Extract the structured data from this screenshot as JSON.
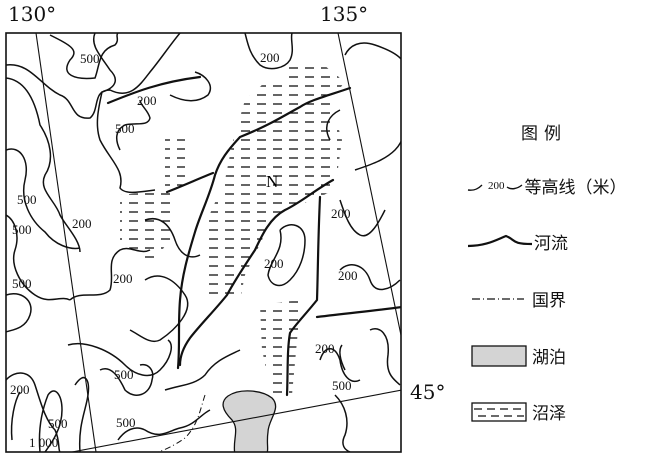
{
  "map": {
    "longitude_labels": [
      "130°",
      "135°"
    ],
    "latitude_label": "45°",
    "marsh_label": "N",
    "contour_labels": [
      "500",
      "200",
      "200",
      "500",
      "500",
      "500",
      "200",
      "500",
      "200",
      "200",
      "200",
      "200",
      "200",
      "500",
      "200",
      "500",
      "500",
      "1 000",
      "500"
    ]
  },
  "legend": {
    "title": "图例",
    "contour_sample_value": "200",
    "items": [
      {
        "symbol": "contour-line",
        "label": "等高线（米）"
      },
      {
        "symbol": "river",
        "label": "河流"
      },
      {
        "symbol": "national-border",
        "label": "国界"
      },
      {
        "symbol": "lake",
        "label": "湖泊"
      },
      {
        "symbol": "marsh",
        "label": "沼泽"
      }
    ]
  },
  "colors": {
    "lake": "#d4d4d4",
    "line": "#111111",
    "background": "#ffffff"
  }
}
